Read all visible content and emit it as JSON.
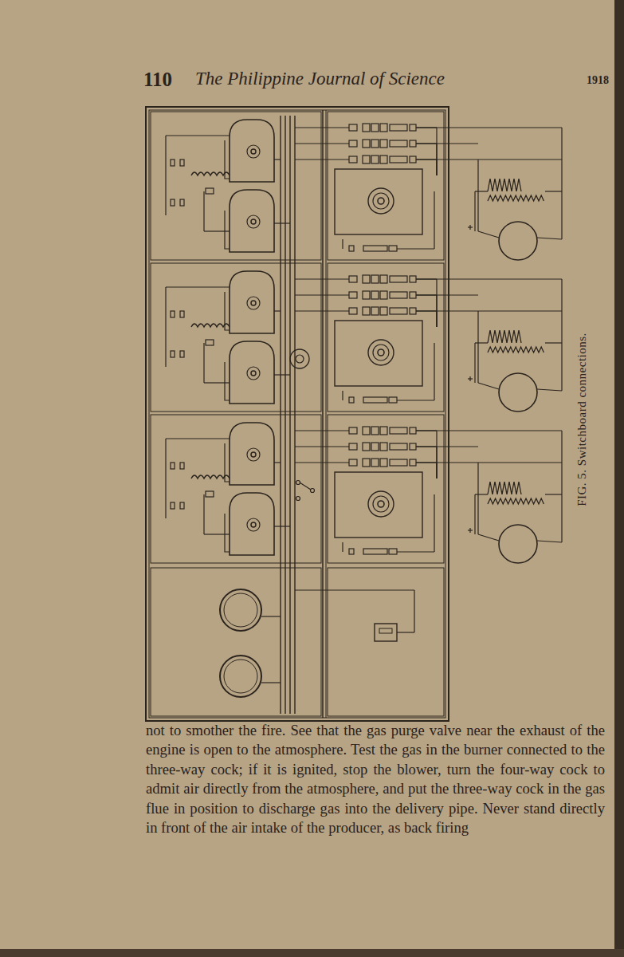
{
  "diagram": {
    "caption": "FIG. 5. Switchboard connections.",
    "labels": [
      "110",
      "The Philippine Journal of Science",
      "1918",
      "not to smother the fire. See that the gas purge valve near the exhaust of the engine is open to the atmosphere. Test the gas in the burner connected to the three-way cock; if it is ignited, stop the blower, turn the four-way cock to admit air directly from the atmosphere, and put the three-way cock in the gas flue in position to discharge gas into the delivery pipe. Never stand directly in front of the air intake of the producer, as back firing"
    ]
  }
}
